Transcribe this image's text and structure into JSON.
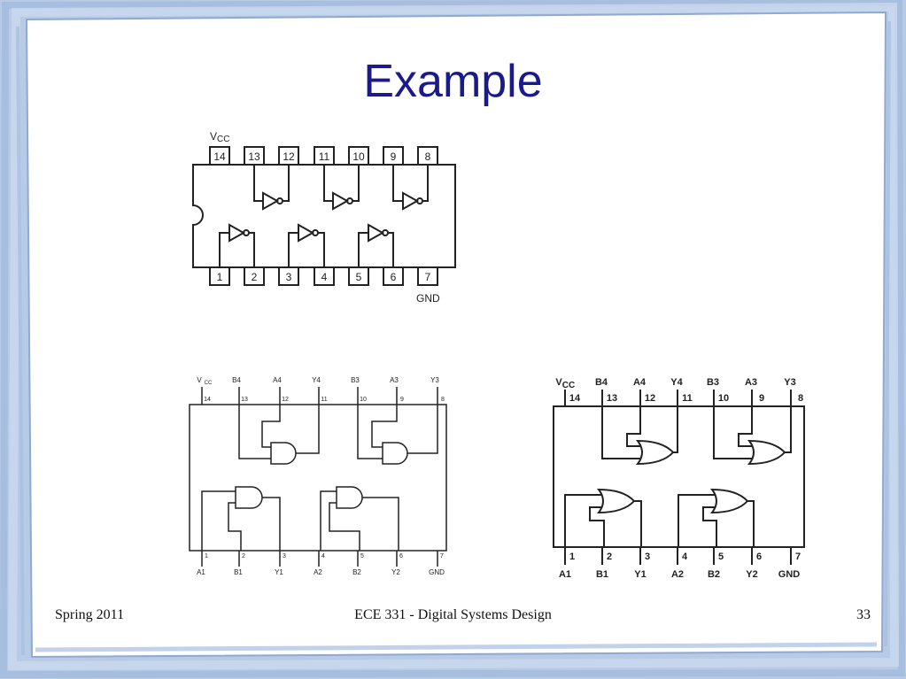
{
  "slide": {
    "title": "Example",
    "footer_left": "Spring  2011",
    "footer_center": "ECE 331 - Digital Systems Design",
    "footer_right": "33"
  },
  "colors": {
    "frame": "#b8cbe6",
    "frame_dark": "#9db6db",
    "title": "#1a1a8c",
    "line": "#222222"
  },
  "chip1": {
    "vcc": "V",
    "vcc_sub": "CC",
    "gnd": "GND",
    "top_pins": [
      "14",
      "13",
      "12",
      "11",
      "10",
      "9",
      "8"
    ],
    "bottom_pins": [
      "1",
      "2",
      "3",
      "4",
      "5",
      "6",
      "7"
    ]
  },
  "chip2": {
    "top_labels": [
      "V",
      "B4",
      "A4",
      "Y4",
      "B3",
      "A3",
      "Y3"
    ],
    "vcc_sub": "CC",
    "top_pins": [
      "14",
      "13",
      "12",
      "11",
      "10",
      "9",
      "8"
    ],
    "bottom_pins": [
      "1",
      "2",
      "3",
      "4",
      "5",
      "6",
      "7"
    ],
    "bottom_labels": [
      "A1",
      "B1",
      "Y1",
      "A2",
      "B2",
      "Y2",
      "GND"
    ]
  },
  "chip3": {
    "top_labels": [
      "V",
      "B4",
      "A4",
      "Y4",
      "B3",
      "A3",
      "Y3"
    ],
    "vcc_sub": "CC",
    "top_pins": [
      "14",
      "13",
      "12",
      "11",
      "10",
      "9",
      "8"
    ],
    "bottom_pins": [
      "1",
      "2",
      "3",
      "4",
      "5",
      "6",
      "7"
    ],
    "bottom_labels": [
      "A1",
      "B1",
      "Y1",
      "A2",
      "B2",
      "Y2",
      "GND"
    ]
  }
}
